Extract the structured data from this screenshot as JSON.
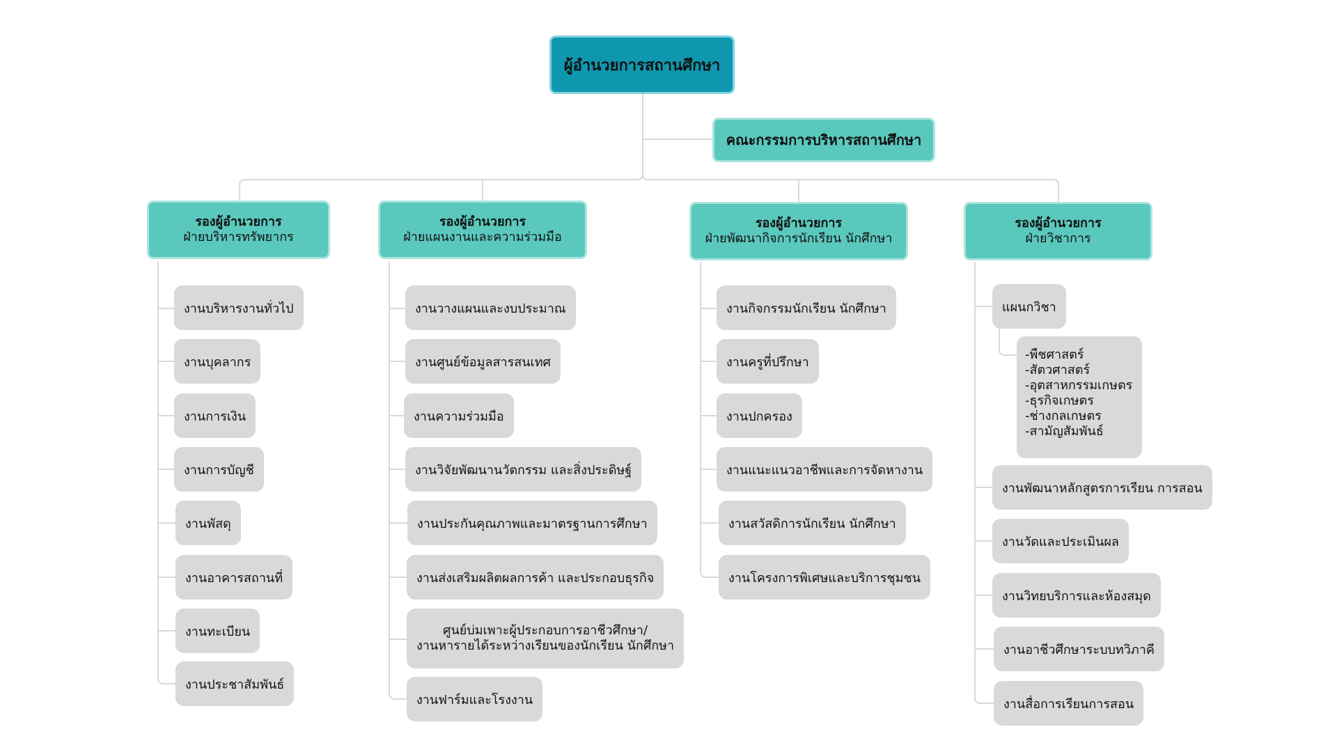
{
  "root": {
    "label": "ผู้อำนวยการสถานศึกษา"
  },
  "committee": {
    "label": "คณะกรรมการบริหารสถานศึกษา"
  },
  "departments": [
    {
      "line1": "รองผู้อำนวยการ",
      "line2": "ฝ่ายบริหารทรัพยากร",
      "items": [
        "งานบริหารงานทั่วไป",
        "งานบุคลากร",
        "งานการเงิน",
        "งานการบัญชี",
        "งานพัสดุ",
        "งานอาคารสถานที่",
        "งานทะเบียน",
        "งานประชาสัมพันธ์"
      ]
    },
    {
      "line1": "รองผู้อำนวยการ",
      "line2": "ฝ่ายแผนงานและความร่วมมือ",
      "items": [
        "งานวางแผนและงบประมาณ",
        "งานศูนย์ข้อมูลสารสนเทศ",
        "งานความร่วมมือ",
        "งานวิจัยพัฒนานวัตกรรม และสิ่งประดิษฐ์",
        "งานประกันคุณภาพและมาตรฐานการศึกษา",
        "งานส่งเสริมผลิตผลการค้า และประกอบธุรกิจ",
        "ศูนย์บ่มเพาะผู้ประกอบการอาชีวศึกษา/",
        "งานหารายได้ระหว่างเรียนของนักเรียน นักศึกษา",
        "งานฟาร์มและโรงงาน"
      ]
    },
    {
      "line1": "รองผู้อำนวยการ",
      "line2": "ฝ่ายพัฒนากิจการนักเรียน นักศึกษา",
      "items": [
        "งานกิจกรรมนักเรียน นักศึกษา",
        "งานครูที่ปรึกษา",
        "งานปกครอง",
        "งานแนะแนวอาชีพและการจัดหางาน",
        "งานสวัสดิการนักเรียน นักศึกษา",
        "งานโครงการพิเศษและบริการชุมชน"
      ]
    },
    {
      "line1": "รองผู้อำนวยการ",
      "line2": "ฝ่ายวิชาการ",
      "items": [
        "แผนกวิชา",
        "-พืชศาสตร์",
        "-สัตวศาสตร์",
        "-อุตสาหกรรมเกษตร",
        "-ธุรกิจเกษตร",
        "-ช่างกลเกษตร",
        "-สามัญสัมพันธ์",
        "งานพัฒนาหลักสูตรการเรียน การสอน",
        "งานวัดและประเมินผล",
        "งานวิทยบริการและห้องสมุด",
        "งานอาชีวศึกษาระบบทวิภาคี",
        "งานสื่อการเรียนการสอน"
      ]
    }
  ],
  "colors": {
    "root_fill": "#0e97ae",
    "head_fill": "#5bc8bd",
    "item_fill": "#d9d9d9",
    "connector": "#d9d9d9"
  }
}
